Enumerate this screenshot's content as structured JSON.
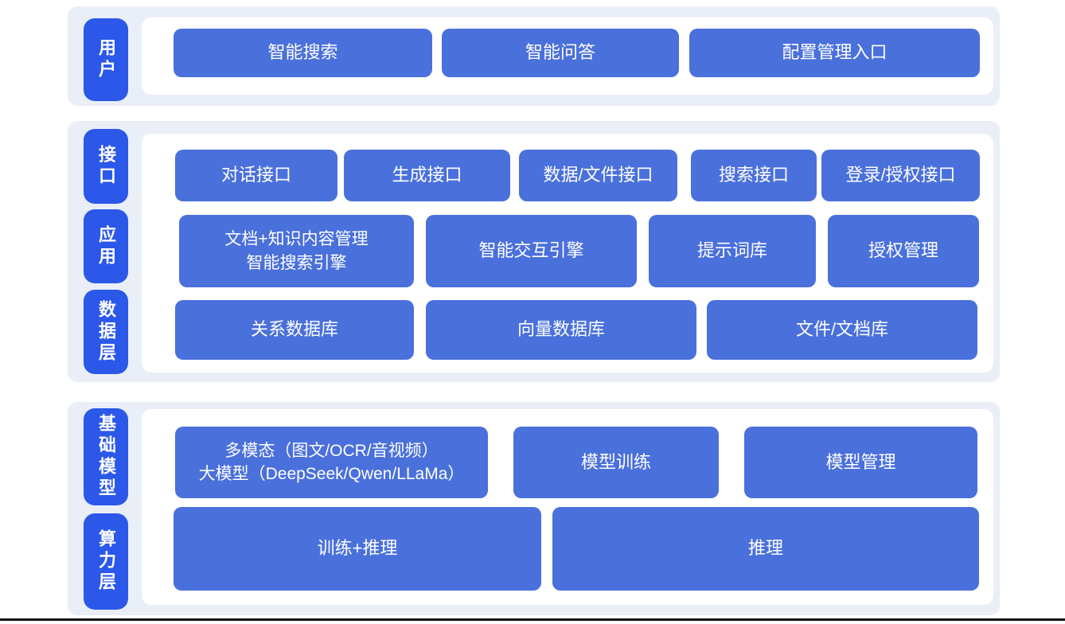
{
  "colors": {
    "band_bg": "#e9eef7",
    "label_blue": "#2b58e9",
    "button_blue": "#4a70db",
    "panel_white": "#ffffff",
    "baseline_black": "#0d0d0d"
  },
  "user_band": {
    "label": "用户",
    "blocks": [
      "智能搜索",
      "智能问答",
      "配置管理入口"
    ]
  },
  "platform_band": {
    "labels": {
      "interface": "接口",
      "application": "应用",
      "data_layer": "数据层"
    },
    "interface_row": [
      "对话接口",
      "生成接口",
      "数据/文件接口",
      "搜索接口",
      "登录/授权接口"
    ],
    "application_row": [
      "文档+知识内容管理\n智能搜索引擎",
      "智能交互引擎",
      "提示词库",
      "授权管理"
    ],
    "data_row": [
      "关系数据库",
      "向量数据库",
      "文件/文档库"
    ]
  },
  "foundation_band": {
    "labels": {
      "base_model": "基础模型",
      "compute_layer": "算力层"
    },
    "model_row": [
      "多模态（图文/OCR/音视频）\n大模型（DeepSeek/Qwen/LLaMa）",
      "模型训练",
      "模型管理"
    ],
    "compute_row": [
      "训练+推理",
      "推理"
    ]
  }
}
